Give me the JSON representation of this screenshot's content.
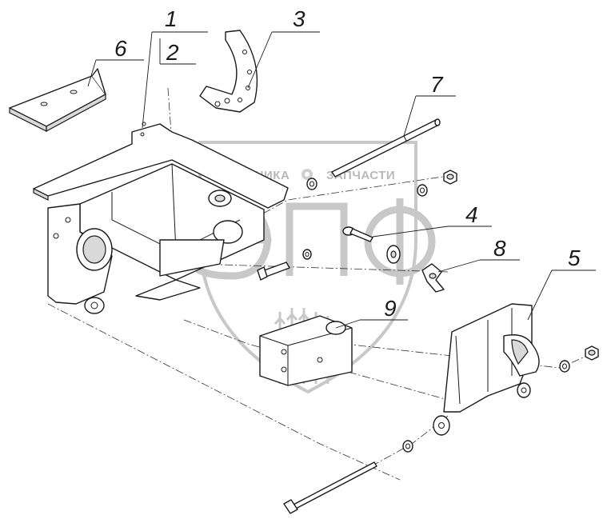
{
  "callouts": {
    "c1": "1",
    "c2": "2",
    "c3": "3",
    "c4": "4",
    "c5": "5",
    "c6": "6",
    "c7": "7",
    "c8": "8",
    "c9": "9"
  },
  "watermark": {
    "left_text": "ТЕХНИКА",
    "right_text": "ЗАПЧАСТИ",
    "logo_text": "ЭПФ"
  },
  "colors": {
    "ink": "#1a1a1a",
    "watermark": "#c8c8c8"
  }
}
